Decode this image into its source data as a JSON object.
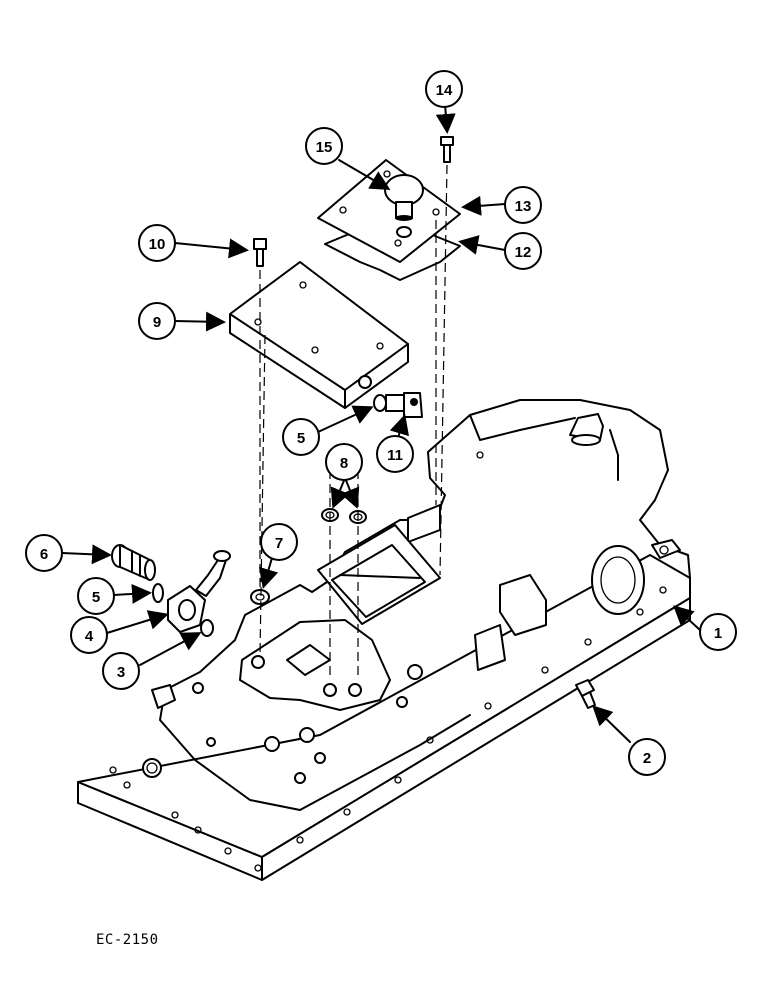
{
  "figure_code": "EC-2150",
  "callouts": [
    {
      "id": "callout-1",
      "label": "1"
    },
    {
      "id": "callout-2",
      "label": "2"
    },
    {
      "id": "callout-3",
      "label": "3"
    },
    {
      "id": "callout-4",
      "label": "4"
    },
    {
      "id": "callout-5a",
      "label": "5"
    },
    {
      "id": "callout-5b",
      "label": "5"
    },
    {
      "id": "callout-6",
      "label": "6"
    },
    {
      "id": "callout-7",
      "label": "7"
    },
    {
      "id": "callout-8",
      "label": "8"
    },
    {
      "id": "callout-9",
      "label": "9"
    },
    {
      "id": "callout-10",
      "label": "10"
    },
    {
      "id": "callout-11",
      "label": "11"
    },
    {
      "id": "callout-12",
      "label": "12"
    },
    {
      "id": "callout-13",
      "label": "13"
    },
    {
      "id": "callout-14",
      "label": "14"
    },
    {
      "id": "callout-15",
      "label": "15"
    }
  ]
}
